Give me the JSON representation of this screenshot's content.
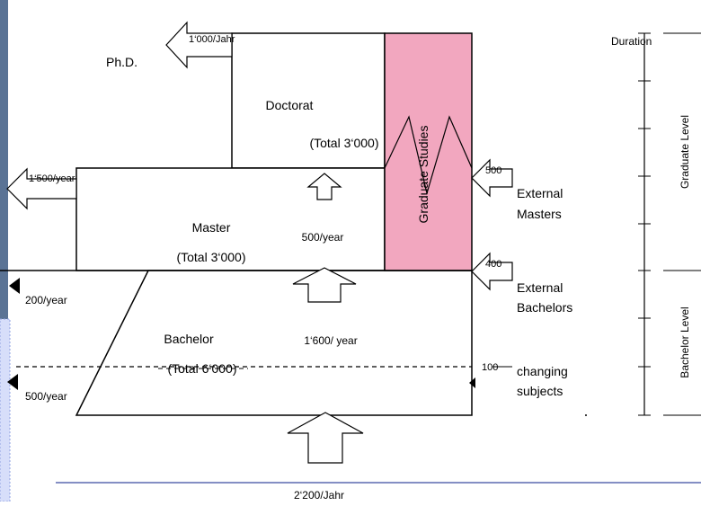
{
  "header": {
    "duration_label": "Duration"
  },
  "levels": {
    "graduate": "Graduate Level",
    "bachelor": "Bachelor Level"
  },
  "boxes": {
    "doctorat": {
      "label": "Doctorat",
      "total": "(Total 3‘000)"
    },
    "master": {
      "label": "Master",
      "total": "(Total 3‘000)"
    },
    "bachelor": {
      "label": "Bachelor",
      "total": "(Total 6‘000)"
    },
    "graduate_studies": {
      "label": "Graduate Studies",
      "fill_color": "#f2a7bf"
    }
  },
  "exits": {
    "phd": {
      "label": "Ph.D.",
      "rate": "1‘000/Jahr"
    },
    "master": {
      "rate": "1‘500/year"
    },
    "bachelor_top": {
      "rate": "200/year"
    },
    "bachelor_bottom": {
      "rate": "500/year"
    }
  },
  "flows": {
    "master_to_doctorat": "500/year",
    "bachelor_to_master": "1‘600/ year",
    "intake": "2‘200/Jahr"
  },
  "entries": {
    "external_masters": {
      "count": "500",
      "label_1": "External",
      "label_2": "Masters"
    },
    "external_bachelors": {
      "count": "400",
      "label_1": "External",
      "label_2": "Bachelors"
    },
    "changing_subjects": {
      "count": "100",
      "label_1": "changing",
      "label_2": "subjects"
    }
  },
  "colors": {
    "footer_line": "#3b4aa0",
    "graduate_fill": "#f2a7bf",
    "left_strip": "#c9d3f2"
  }
}
